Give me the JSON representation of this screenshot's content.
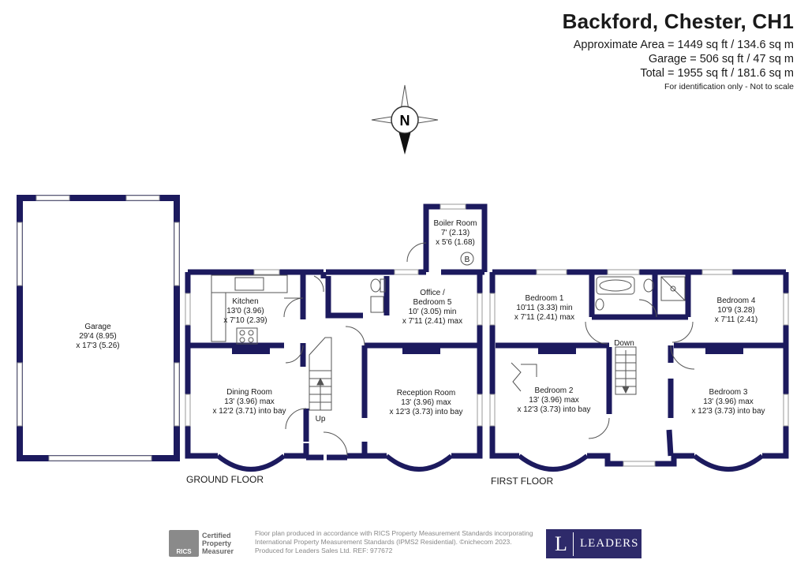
{
  "header": {
    "title": "Backford, Chester, CH1",
    "approx_area": "Approximate Area = 1449 sq ft / 134.6 sq m",
    "garage_area": "Garage = 506 sq ft / 47 sq m",
    "total_area": "Total = 1955 sq ft / 181.6 sq m",
    "note": "For identification only - Not to scale"
  },
  "compass": {
    "letter": "N"
  },
  "rooms": {
    "garage": {
      "name": "Garage",
      "dim1": "29'4 (8.95)",
      "dim2": "x 17'3 (5.26)"
    },
    "kitchen": {
      "name": "Kitchen",
      "dim1": "13'0 (3.96)",
      "dim2": "x 7'10 (2.39)"
    },
    "dining": {
      "name": "Dining Room",
      "dim1": "13' (3.96) max",
      "dim2": "x 12'2 (3.71) into bay"
    },
    "boiler": {
      "name": "Boiler Room",
      "dim1": "7' (2.13)",
      "dim2": "x 5'6 (1.68)",
      "marker": "B"
    },
    "office": {
      "name": "Office /",
      "name2": "Bedroom 5",
      "dim1": "10' (3.05) min",
      "dim2": "x 7'11 (2.41) max"
    },
    "reception": {
      "name": "Reception Room",
      "dim1": "13' (3.96) max",
      "dim2": "x 12'3 (3.73) into bay"
    },
    "bedroom1": {
      "name": "Bedroom 1",
      "dim1": "10'11 (3.33) min",
      "dim2": "x 7'11 (2.41) max"
    },
    "bedroom2": {
      "name": "Bedroom 2",
      "dim1": "13' (3.96) max",
      "dim2": "x 12'3 (3.73) into bay"
    },
    "bedroom3": {
      "name": "Bedroom 3",
      "dim1": "13' (3.96) max",
      "dim2": "x 12'3 (3.73) into bay"
    },
    "bedroom4": {
      "name": "Bedroom 4",
      "dim1": "10'9 (3.28)",
      "dim2": "x 7'11 (2.41)"
    }
  },
  "stairs": {
    "up": "Up",
    "down": "Down"
  },
  "floors": {
    "ground": "GROUND FLOOR",
    "first": "FIRST FLOOR"
  },
  "footer": {
    "line1": "Floor plan produced in accordance with RICS Property Measurement Standards incorporating",
    "line2": "International Property Measurement Standards (IPMS2 Residential).  ©nichecom 2023.",
    "line3": "Produced for Leaders Sales Ltd.   REF:  977672",
    "rics_badge": "RICS",
    "rics_l1": "Certified",
    "rics_l2": "Property",
    "rics_l3": "Measurer",
    "logo_letter": "L",
    "logo_name": "LEADERS"
  },
  "colors": {
    "wall": "#1c1a5e",
    "text": "#1a1a1a",
    "logo_bg": "#2e2a6a"
  }
}
